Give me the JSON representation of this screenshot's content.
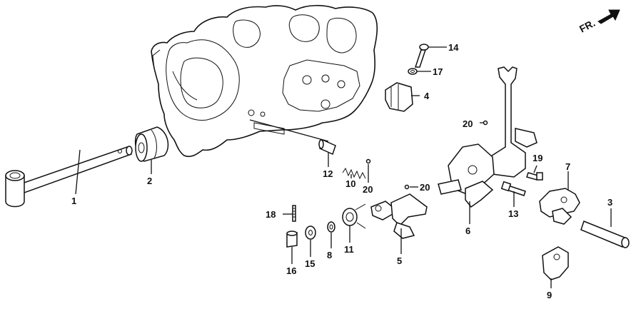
{
  "direction_label": "FR.",
  "callouts": {
    "c1": "1",
    "c2": "2",
    "c3": "3",
    "c4": "4",
    "c5": "5",
    "c6": "6",
    "c7": "7",
    "c8": "8",
    "c9": "9",
    "c10": "10",
    "c11": "11",
    "c12": "12",
    "c13": "13",
    "c14": "14",
    "c15": "15",
    "c16": "16",
    "c17": "17",
    "c18": "18",
    "c19": "19",
    "c20a": "20",
    "c20b": "20",
    "c20c": "20"
  }
}
